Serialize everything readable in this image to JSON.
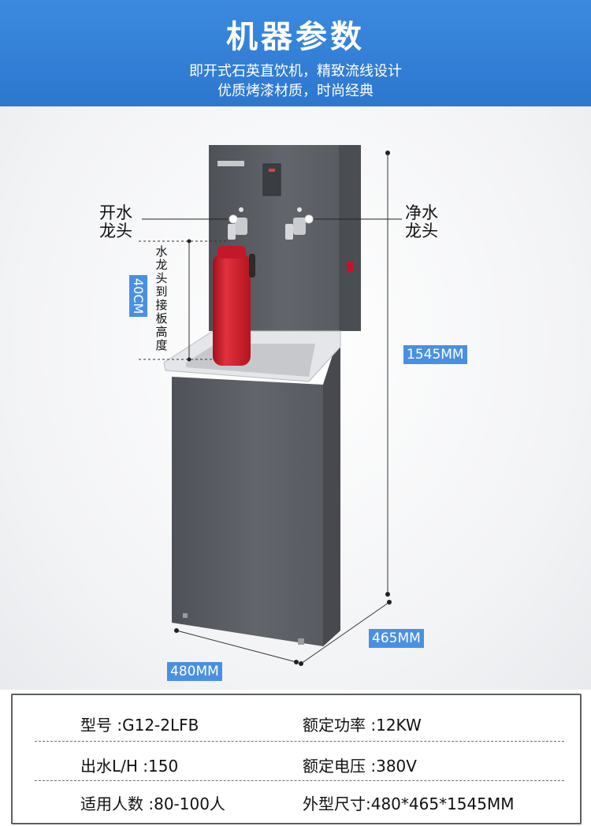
{
  "header": {
    "title": "机器参数",
    "line1": "即开式石英直饮机，精致流线设计",
    "line2": "优质烤漆材质，时尚经典"
  },
  "callouts": {
    "boiling_tap": [
      "开水",
      "龙头"
    ],
    "pure_tap": [
      "净水",
      "龙头"
    ],
    "tap_height_label": "水龙头到接板高度",
    "tap_height_value": "40CM",
    "height": "1545MM",
    "depth": "465MM",
    "width": "480MM"
  },
  "specs": [
    {
      "left": "型号 :G12-2LFB",
      "right": "额定功率 :12KW"
    },
    {
      "left": "出水L/H :150",
      "right": "额定电压 :380V"
    },
    {
      "left": "适用人数 :80-100人",
      "right": "外型尺寸:480*465*1545MM"
    }
  ],
  "colors": {
    "header_bg": "#2d77cf",
    "badge_bg": "#4a90e2",
    "cabinet": "#5a5d63",
    "bottle": "#d6202e"
  }
}
